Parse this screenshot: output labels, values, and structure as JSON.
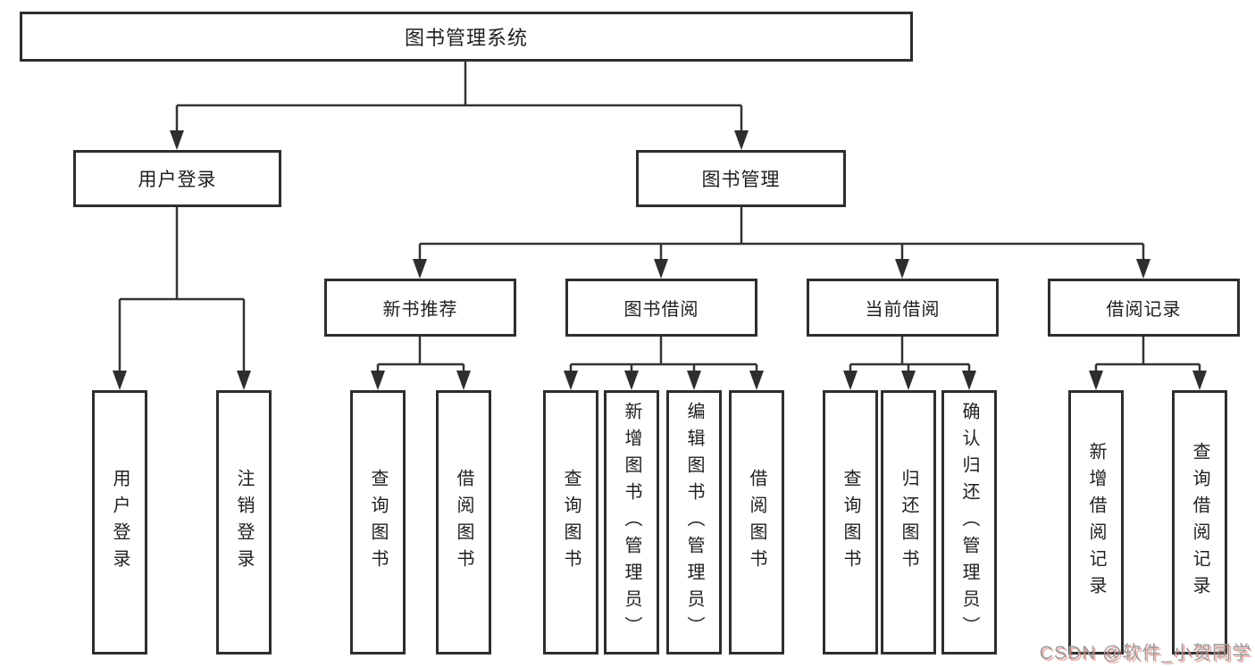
{
  "diagram": {
    "title": "图书管理系统",
    "root": {
      "label": "图书管理系统"
    },
    "level2": [
      {
        "label": "用户登录"
      },
      {
        "label": "图书管理"
      }
    ],
    "level3": [
      {
        "label": "新书推荐"
      },
      {
        "label": "图书借阅"
      },
      {
        "label": "当前借阅"
      },
      {
        "label": "借阅记录"
      }
    ],
    "leaves": [
      {
        "label": "用户登录",
        "parent": "用户登录"
      },
      {
        "label": "注销登录",
        "parent": "用户登录"
      },
      {
        "label": "查询图书",
        "parent": "新书推荐"
      },
      {
        "label": "借阅图书",
        "parent": "新书推荐"
      },
      {
        "label": "查询图书",
        "parent": "图书借阅"
      },
      {
        "label": "新增图书（管理员）",
        "parent": "图书借阅"
      },
      {
        "label": "编辑图书（管理员）",
        "parent": "图书借阅"
      },
      {
        "label": "借阅图书",
        "parent": "图书借阅"
      },
      {
        "label": "查询图书",
        "parent": "当前借阅"
      },
      {
        "label": "归还图书",
        "parent": "当前借阅"
      },
      {
        "label": "确认归还（管理员）",
        "parent": "当前借阅"
      },
      {
        "label": "新增借阅记录",
        "parent": "借阅记录"
      },
      {
        "label": "查询借阅记录",
        "parent": "借阅记录"
      }
    ]
  },
  "watermark": {
    "text": "CSDN @软件_小贺同学"
  },
  "colors": {
    "line": "#333333",
    "box_border": "#2e2e2e",
    "text": "#1f1f1f",
    "background": "#ffffff",
    "watermark_text": "#9c9c9c",
    "watermark_shadow": "#de6e64"
  }
}
